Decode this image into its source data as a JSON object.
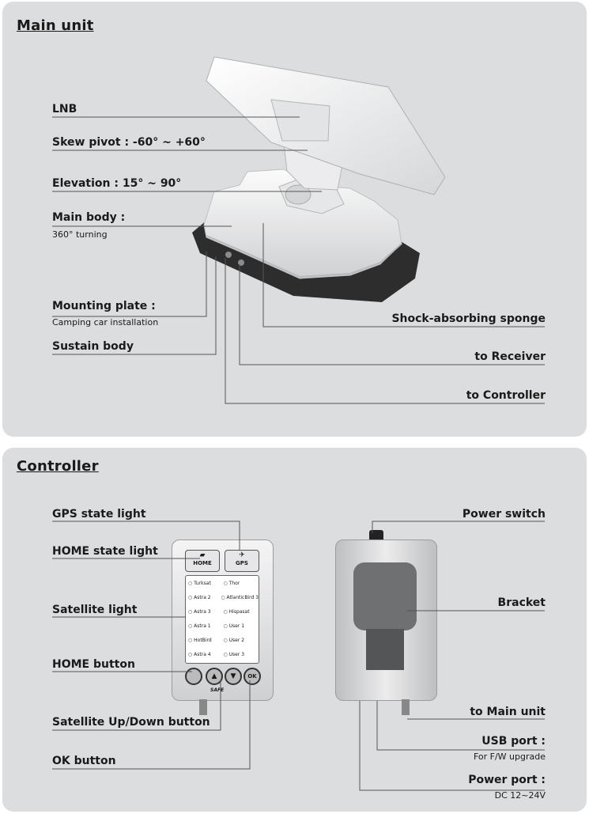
{
  "main_unit": {
    "title": "Main unit",
    "labels": {
      "lnb": "LNB",
      "skew": "Skew pivot :  -60° ~ +60°",
      "elevation": "Elevation : 15° ~ 90°",
      "main_body": "Main body :",
      "main_body_sub": "360° turning",
      "mounting_plate": "Mounting plate :",
      "mounting_plate_sub": "Camping car installation",
      "sustain_body": "Sustain body",
      "shock": "Shock-absorbing sponge",
      "to_receiver": "to Receiver",
      "to_controller": "to Controller"
    }
  },
  "controller": {
    "title": "Controller",
    "labels": {
      "gps_light": "GPS state light",
      "home_light": "HOME state light",
      "sat_light": "Satellite light",
      "home_button": "HOME button",
      "updown": "Satellite Up/Down button",
      "ok_button": "OK button",
      "power_switch": "Power switch",
      "bracket": "Bracket",
      "to_main": "to Main unit",
      "usb": "USB port :",
      "usb_sub": "For F/W upgrade",
      "power_port": "Power port :",
      "power_port_sub": "DC 12~24V"
    },
    "device": {
      "home_key": "HOME",
      "gps_key": "GPS",
      "ok_key": "OK",
      "brand": "SAFE",
      "satellites": [
        [
          "Turksat",
          "Thor"
        ],
        [
          "Astra 2",
          "AtlanticBird 3"
        ],
        [
          "Astra 3",
          "Hispasat"
        ],
        [
          "Astra 1",
          "User 1"
        ],
        [
          "HotBird",
          "User 2"
        ],
        [
          "Astra 4",
          "User 3"
        ]
      ]
    }
  }
}
